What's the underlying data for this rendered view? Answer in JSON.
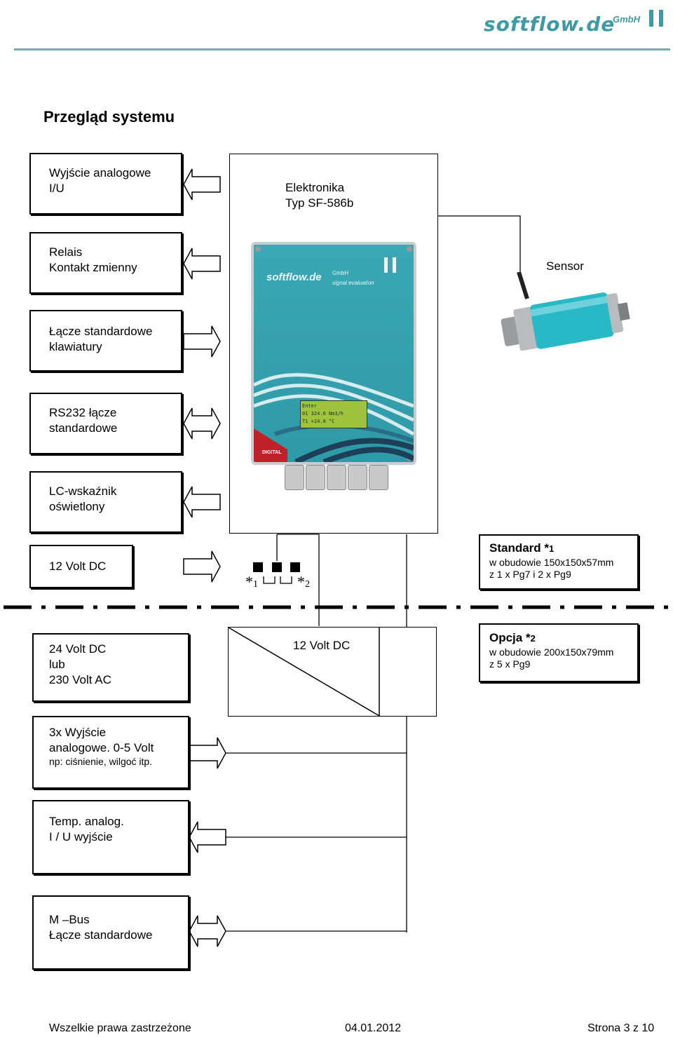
{
  "header": {
    "logo_main": "softflow.de",
    "logo_suffix": "GmbH",
    "title": "Przegląd systemu"
  },
  "colors": {
    "brand_teal": "#3e9aa5",
    "device_teal": "#3aa8b4",
    "sensor_teal": "#28b8c6"
  },
  "left_boxes": [
    {
      "line1": "Wyjście analogowe",
      "line2": "I/U"
    },
    {
      "line1": "Relais",
      "line2": "Kontakt zmienny"
    },
    {
      "line1": "Łącze standardowe",
      "line2": "klawiatury"
    },
    {
      "line1": "RS232 łącze",
      "line2": "standardowe"
    },
    {
      "line1": "LC-wskaźnik",
      "line2": "oświetlony"
    }
  ],
  "power_box": {
    "label": "12 Volt DC"
  },
  "electronics": {
    "line1": "Elektronika",
    "line2": "Typ SF-586b"
  },
  "sensor": {
    "label": "Sensor"
  },
  "device": {
    "brand": "softflow.de",
    "gmbh": "GmbH",
    "subtitle": "signal evaluation",
    "lcd_line1": "Enter",
    "lcd_line2": "01   324.0 Nm3/h",
    "lcd_line3": "T1   +24.0   °C",
    "digital": "DIGITAL"
  },
  "connector": {
    "mark1": "*",
    "sub1": "1",
    "mark2": "*",
    "sub2": "2"
  },
  "standard": {
    "title": "Standard *",
    "sup": "1",
    "line1": "w obudowie 150x150x57mm",
    "line2": "z 1 x Pg7 i 2 x Pg9"
  },
  "supply_box": {
    "line1": "24 Volt DC",
    "line2": "lub",
    "line3": "230 Volt AC"
  },
  "converter": {
    "label": "12 Volt DC"
  },
  "option": {
    "title": "Opcja *",
    "sup": "2",
    "line1": "w obudowie 200x150x79mm",
    "line2": "z 5 x Pg9"
  },
  "lower_boxes": [
    {
      "line1": "3x Wyjście",
      "line2": "analogowe. 0-5 Volt",
      "line3": "np: ciśnienie, wilgoć itp."
    },
    {
      "line1": "Temp. analog.",
      "line2": "I / U wyjście"
    },
    {
      "line1": "M –Bus",
      "line2": "Łącze standardowe"
    }
  ],
  "footer": {
    "left": "Wszelkie prawa zastrzeżone",
    "center": "04.01.2012",
    "right": "Strona 3 z 10"
  }
}
